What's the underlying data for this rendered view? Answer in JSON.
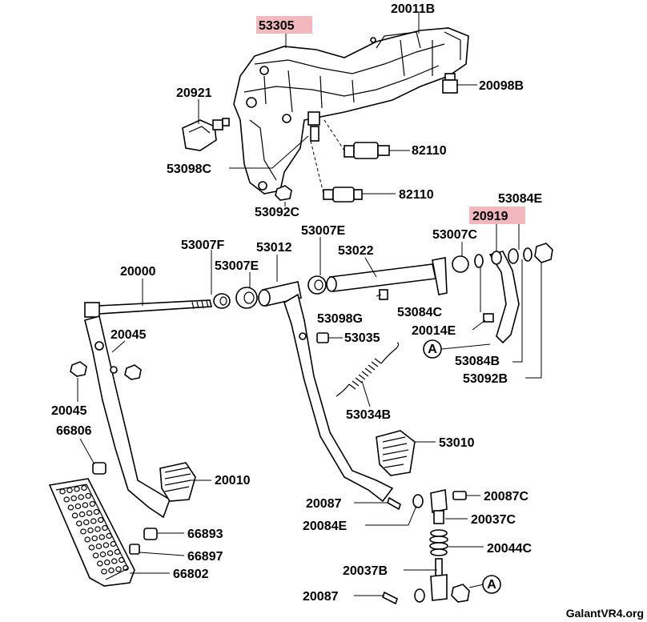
{
  "diagram": {
    "watermark": "GalantVR4.org",
    "callout_a": "A",
    "labels": {
      "p20011B": "20011B",
      "p53305": "53305",
      "p20921": "20921",
      "p20098B": "20098B",
      "p82110a": "82110",
      "p53098C": "53098C",
      "p82110b": "82110",
      "p53092C": "53092C",
      "p53084E": "53084E",
      "p20919": "20919",
      "p53007Ctop": "53007C",
      "p53007F": "53007F",
      "p53012": "53012",
      "p53007Etop": "53007E",
      "p53022": "53022",
      "p20000": "20000",
      "p53007Emid": "53007E",
      "p53098G": "53098G",
      "p53084C": "53084C",
      "p20014E": "20014E",
      "p20045a": "20045",
      "p53035": "53035",
      "p53084B": "53084B",
      "p53092B": "53092B",
      "p20045b": "20045",
      "p53034B": "53034B",
      "p66806": "66806",
      "p53010": "53010",
      "p20010": "20010",
      "p20087a": "20087",
      "p20087C": "20087C",
      "p20084E": "20084E",
      "p20037C": "20037C",
      "p66893": "66893",
      "p20044C": "20044C",
      "p66897": "66897",
      "p20037B": "20037B",
      "p66802": "66802",
      "p20087b": "20087"
    },
    "highlight_color": "#f2b8bd"
  }
}
